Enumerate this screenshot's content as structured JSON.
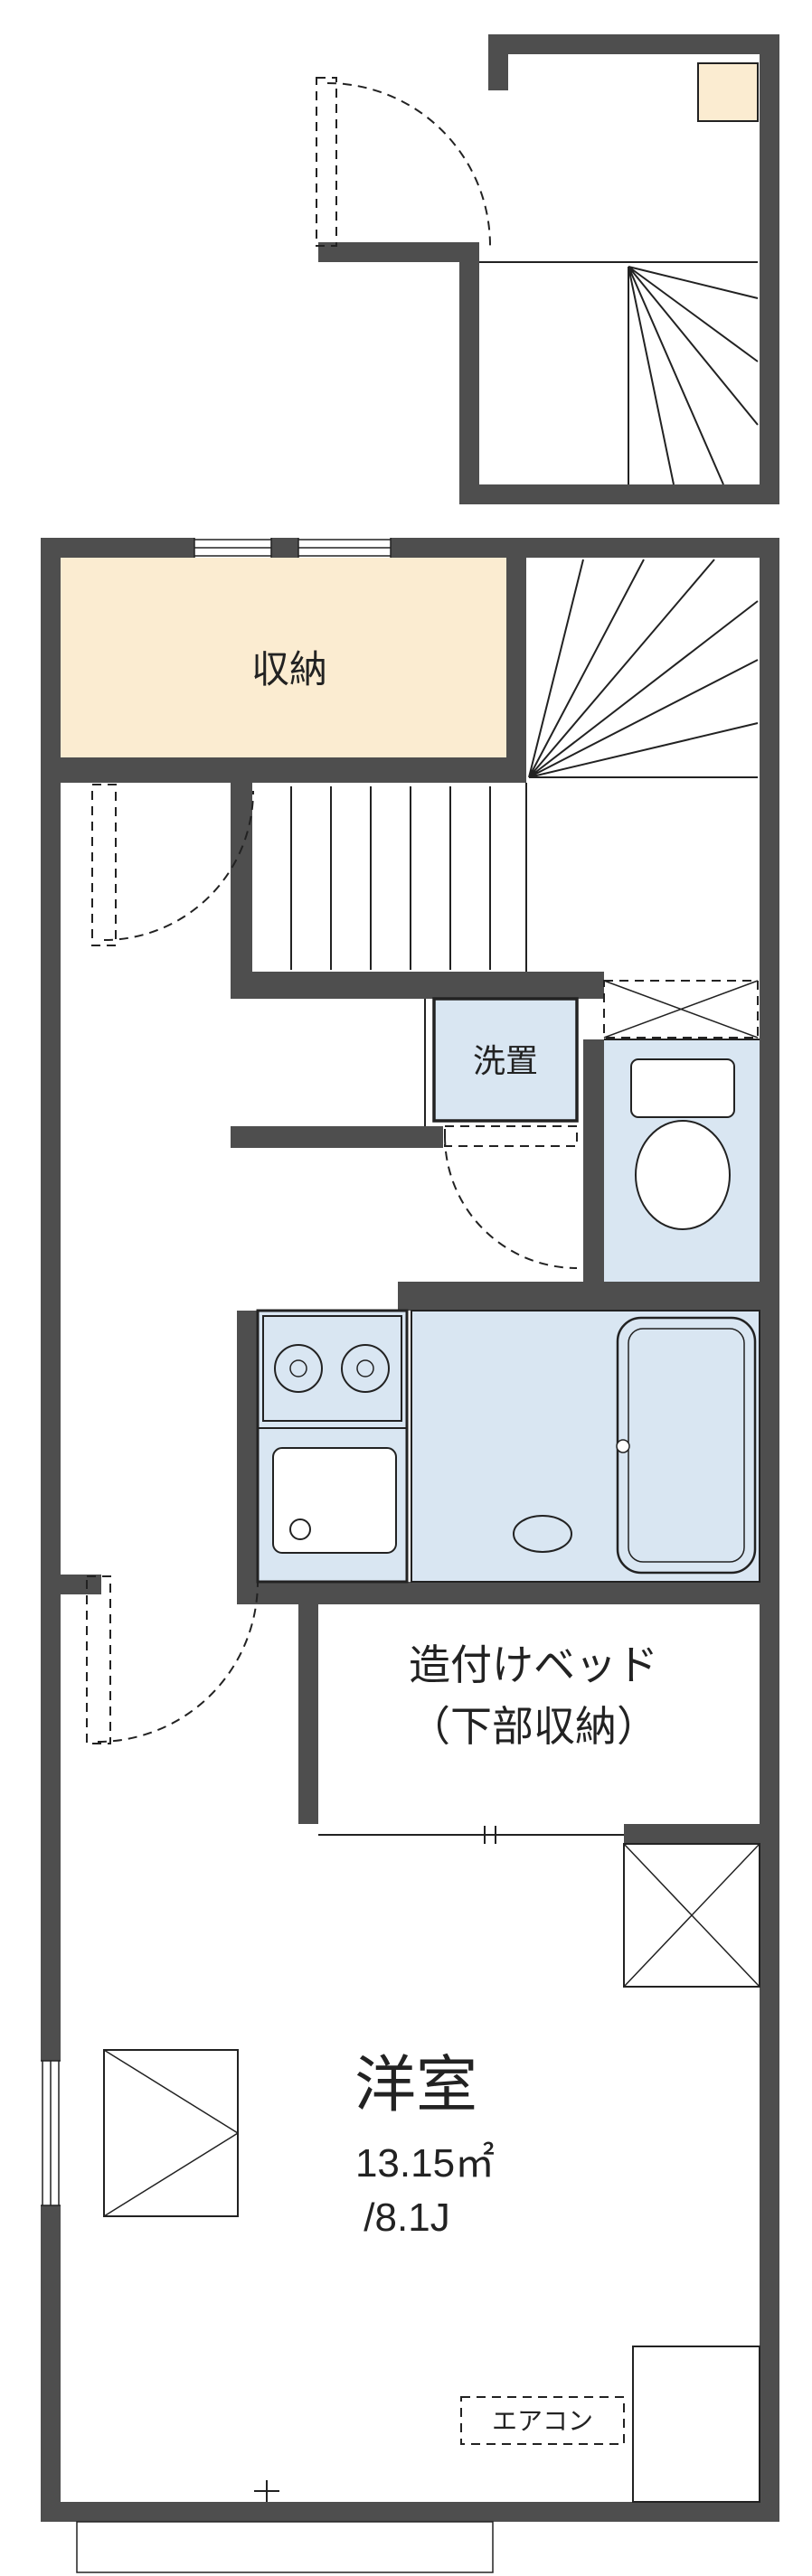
{
  "title": "apartment-floor-plan",
  "colors": {
    "wall": "#4e4e4e",
    "line": "#222222",
    "cream": "#fbecd1",
    "blue": "#d9e6f2",
    "hatch": "#7a7a7a"
  },
  "labels": {
    "storage": "収納",
    "laundry": "洗置",
    "bed_line1": "造付けベッド",
    "bed_line2": "（下部収納）",
    "room_name": "洋室",
    "room_area_m2": "13.15㎡",
    "room_area_jo": "/8.1J",
    "aircon": "エアコン"
  }
}
